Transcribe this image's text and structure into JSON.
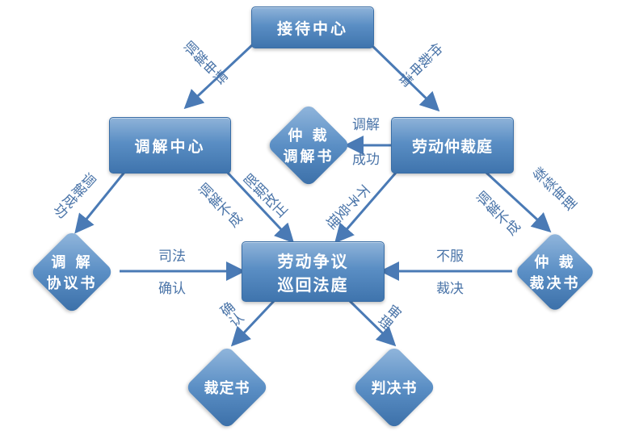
{
  "nodes": {
    "reception": "接待中心",
    "mediation_center": "调解中心",
    "arbitration_court": "劳动仲裁庭",
    "circuit_court_line1": "劳动争议",
    "circuit_court_line2": "巡回法庭",
    "arb_mediation_line1": "仲 裁",
    "arb_mediation_line2": "调解书",
    "mediation_agreement_line1": "调 解",
    "mediation_agreement_line2": "协议书",
    "arb_award_line1": "仲 裁",
    "arb_award_line2": "裁决书",
    "ruling": "裁定书",
    "judgment": "判决书"
  },
  "edges": {
    "apply_mediation": "调解申请",
    "apply_arbitration": "仲裁申请",
    "mediation_success_top": "调解",
    "mediation_success_bottom": "成功",
    "mediation_success_left": "调解成功",
    "mediation_failed": "调解不成",
    "deadline_passed": "限期改正",
    "not_accepted": "不予受理",
    "continue_trial": "继续审理",
    "arb_mediation_failed": "调解不成",
    "judicial_line1": "司法",
    "judicial_line2": "确认",
    "not_accept_line1": "不服",
    "not_accept_line2": "裁决",
    "confirm": "确认",
    "trial": "审理"
  }
}
